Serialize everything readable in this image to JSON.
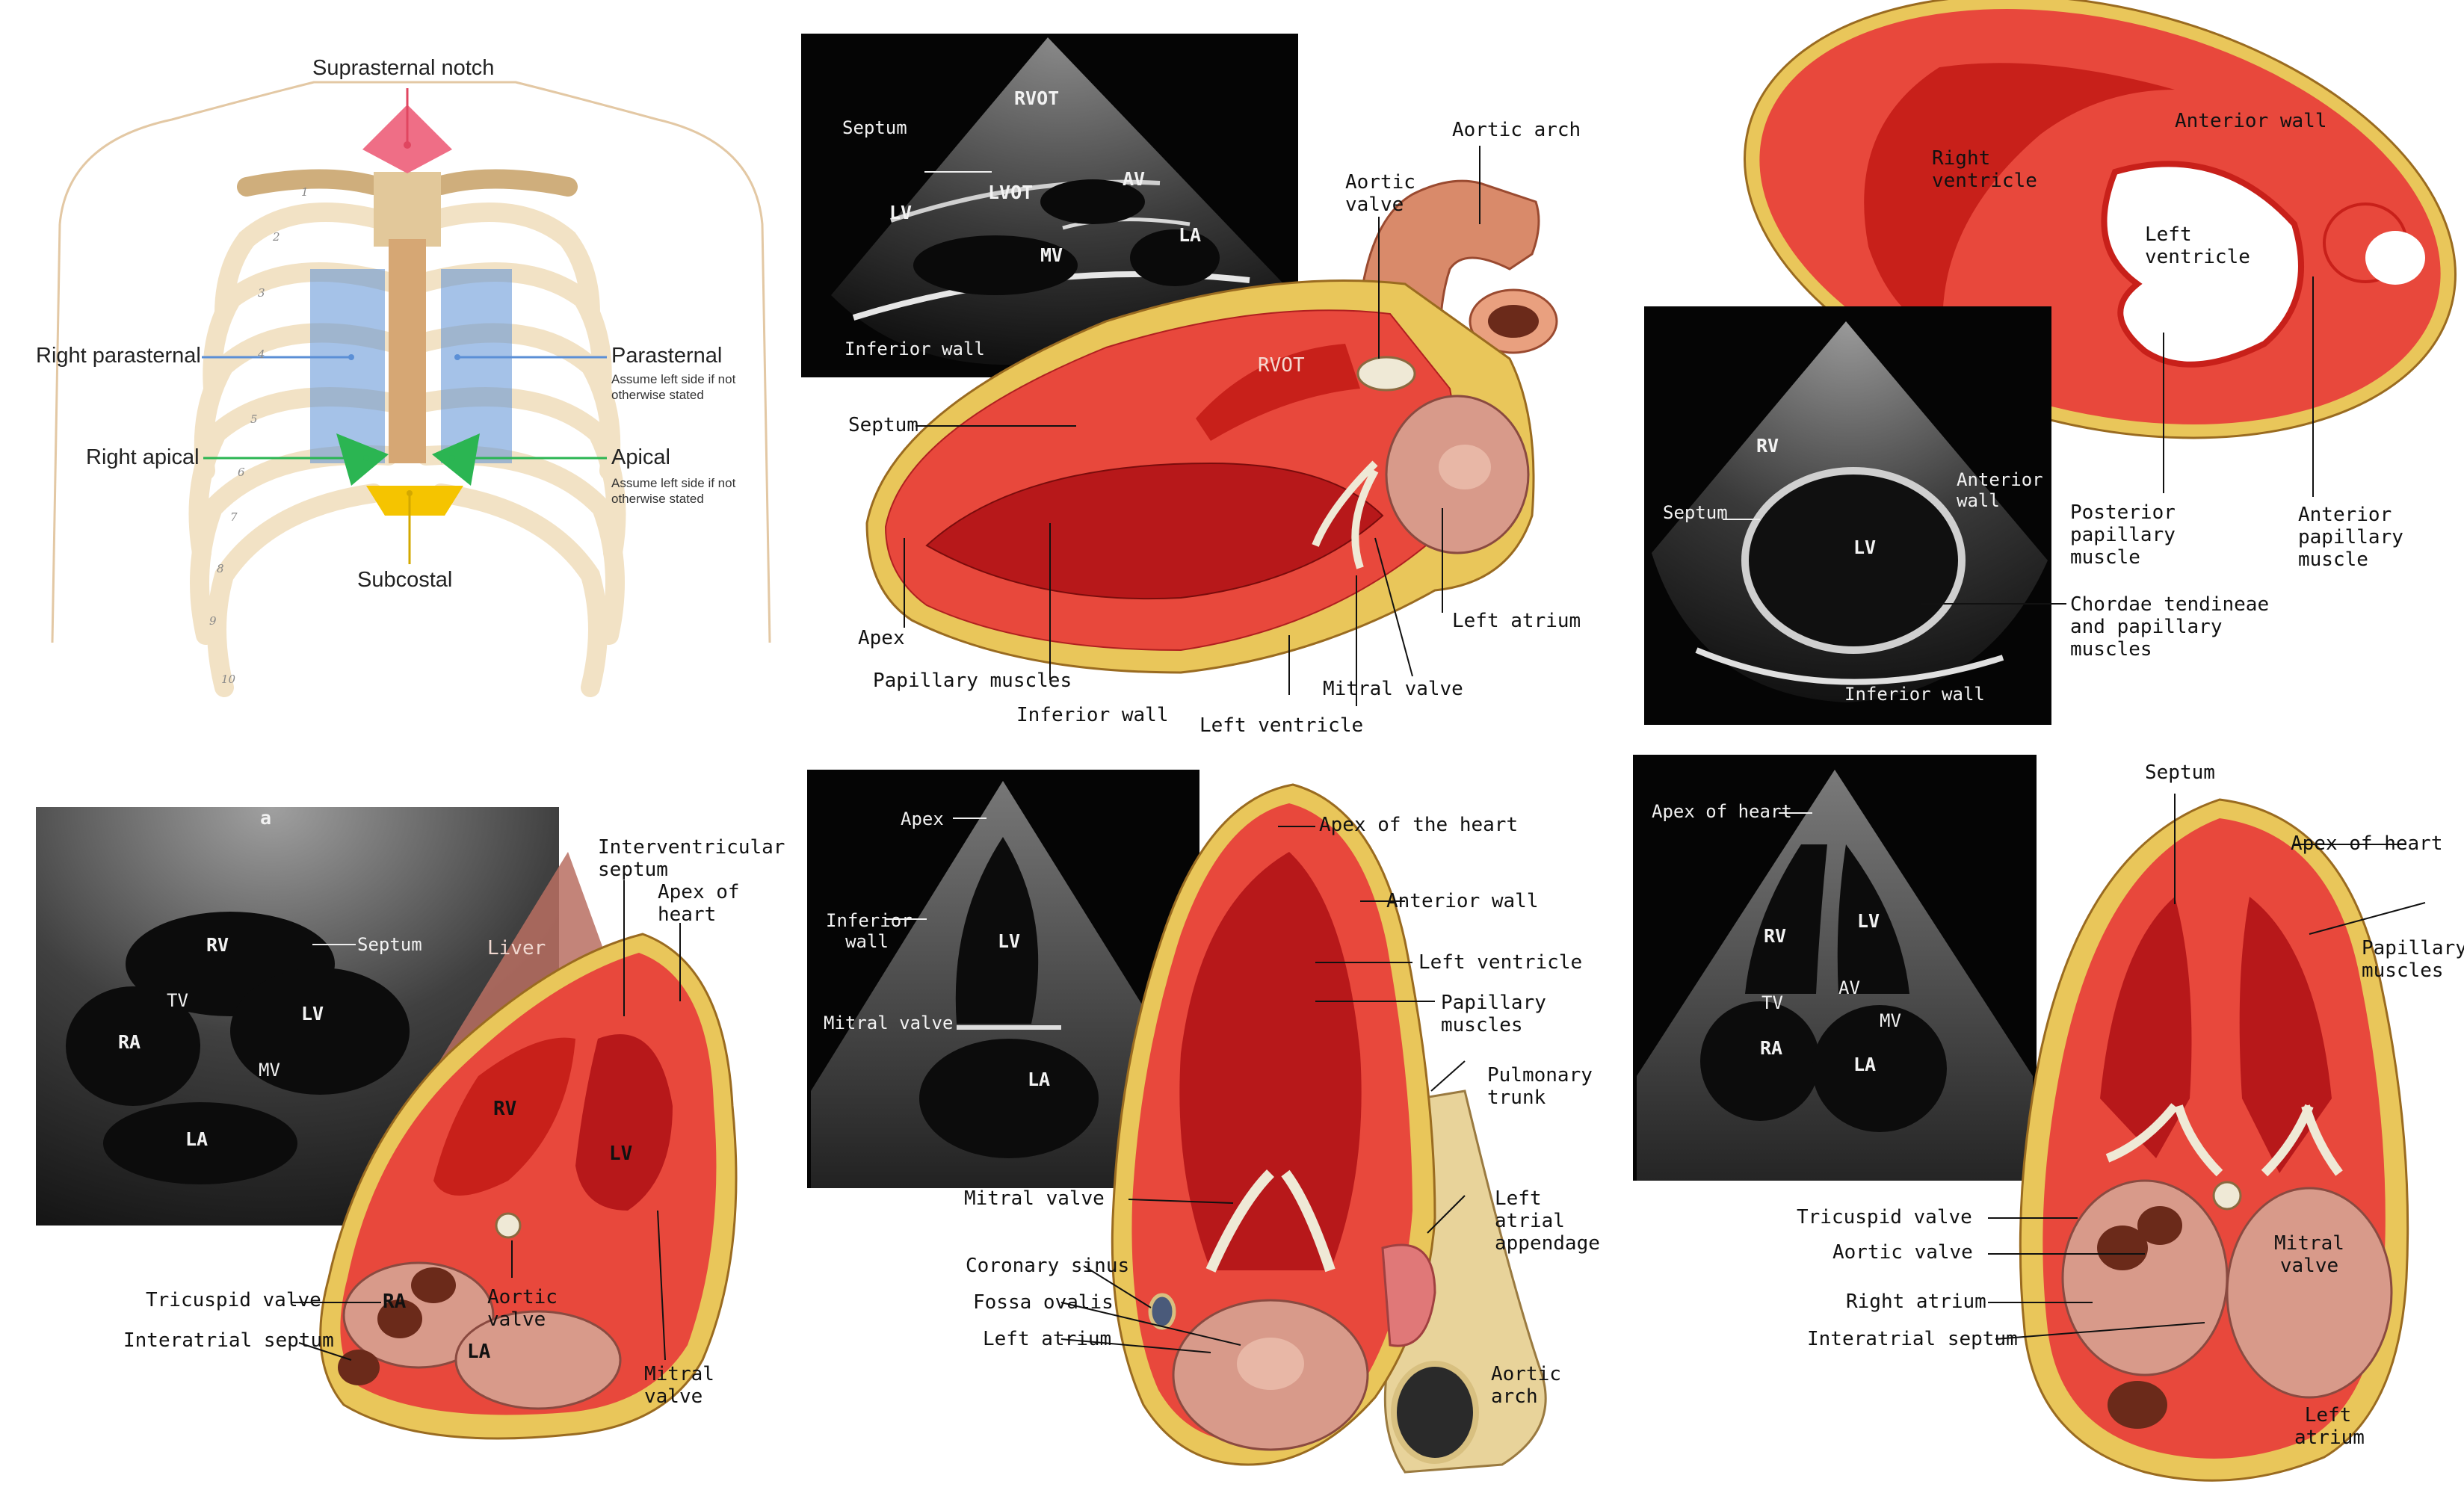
{
  "colors": {
    "myocardium": "#e8483c",
    "myocardium_light": "#f58c78",
    "endocardium": "#c8201a",
    "fat": "#e9c65a",
    "atrium": "#d89a8a",
    "valve": "#e9e3cf",
    "vessel": "#d98a6a",
    "parasternal": "#5b8fd6",
    "apical": "#2bb552",
    "subcostal": "#f5c400",
    "suprasternal": "#ef6e86",
    "echo_bg": "#050505"
  },
  "chest": {
    "suprasternal": "Suprasternal notch",
    "right_parasternal": "Right parasternal",
    "parasternal": "Parasternal",
    "parasternal_note": "Assume left side if not otherwise stated",
    "right_apical": "Right apical",
    "apical": "Apical",
    "apical_note": "Assume left side if not otherwise stated",
    "subcostal": "Subcostal",
    "ribs": [
      "1",
      "2",
      "3",
      "4",
      "5",
      "6",
      "7",
      "8",
      "9",
      "10"
    ]
  },
  "plax": {
    "echo": {
      "rvot": "RVOT",
      "septum": "Septum",
      "av": "AV",
      "lv": "LV",
      "lvot": "LVOT",
      "la": "LA",
      "mv": "MV",
      "inferior_wall": "Inferior wall"
    },
    "anatomy": {
      "aortic_arch": "Aortic arch",
      "aortic_valve": "Aortic valve",
      "rvot": "RVOT",
      "septum": "Septum",
      "apex": "Apex",
      "papillary": "Papillary muscles",
      "inferior_wall": "Inferior wall",
      "left_ventricle": "Left ventricle",
      "mitral_valve": "Mitral valve",
      "left_atrium": "Left atrium"
    }
  },
  "psax": {
    "anatomy": {
      "right_ventricle": "Right ventricle",
      "anterior_wall": "Anterior wall",
      "left_ventricle": "Left ventricle",
      "posterior_papillary": "Posterior papillary muscle",
      "anterior_papillary": "Anterior papillary muscle",
      "chordae": "Chordae tendineae and papillary muscles"
    },
    "echo": {
      "rv": "RV",
      "septum": "Septum",
      "anterior_wall": "Anterior wall",
      "lv": "LV",
      "inferior_wall": "Inferior wall"
    }
  },
  "subcostal4": {
    "echo": {
      "a": "a",
      "rv": "RV",
      "septum": "Septum",
      "tv": "TV",
      "ra": "RA",
      "lv": "LV",
      "mv": "MV",
      "la": "LA",
      "liver": "Liver"
    },
    "anatomy": {
      "interventricular_septum": "Interventricular septum",
      "apex_of_heart": "Apex of heart",
      "rv": "RV",
      "lv": "LV",
      "ra": "RA",
      "la": "LA",
      "tricuspid": "Tricuspid valve",
      "interatrial": "Interatrial septum",
      "aortic_valve": "Aortic valve",
      "mitral_valve": "Mitral valve"
    }
  },
  "apical2": {
    "echo": {
      "apex": "Apex",
      "inferior_wall": "Inferior wall",
      "lv": "LV",
      "mitral_valve": "Mitral valve",
      "la": "LA"
    },
    "anatomy": {
      "apex_of_heart": "Apex of the heart",
      "anterior_wall": "Anterior wall",
      "left_ventricle": "Left ventricle",
      "papillary": "Papillary muscles",
      "pulmonary_trunk": "Pulmonary trunk",
      "left_atrial_appendage": "Left atrial appendage",
      "mitral_valve": "Mitral valve",
      "coronary_sinus": "Coronary sinus",
      "fossa_ovalis": "Fossa ovalis",
      "left_atrium": "Left atrium",
      "aortic_arch": "Aortic arch"
    }
  },
  "apical4": {
    "echo": {
      "apex_of_heart": "Apex of heart",
      "rv": "RV",
      "lv": "LV",
      "tv": "TV",
      "av": "AV",
      "mv": "MV",
      "ra": "RA",
      "la": "LA"
    },
    "anatomy": {
      "septum": "Septum",
      "apex_of_heart": "Apex of heart",
      "papillary": "Papillary muscles",
      "tricuspid": "Tricuspid valve",
      "aortic_valve": "Aortic valve",
      "right_atrium": "Right atrium",
      "interatrial": "Interatrial septum",
      "mitral_valve": "Mitral valve",
      "left_atrium": "Left atrium"
    }
  }
}
